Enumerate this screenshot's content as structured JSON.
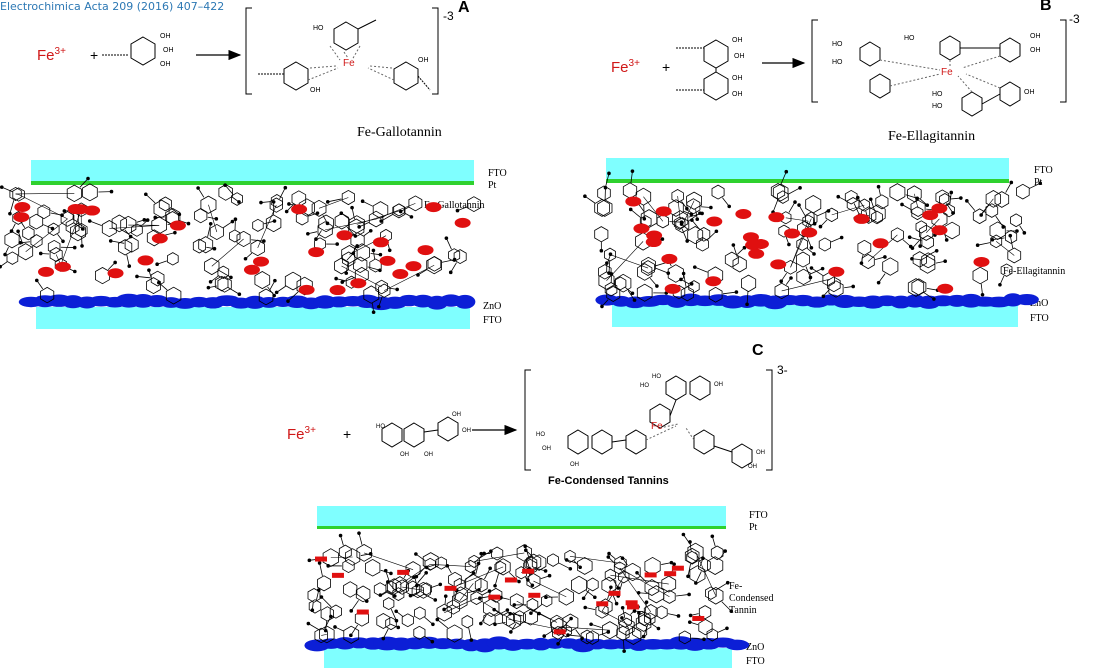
{
  "journal": "Electrochimica Acta 209 (2016) 407–422",
  "panels": {
    "a": {
      "letter": "A",
      "fe": "Fe",
      "fe_charge": "3+",
      "plus": "+",
      "charge": "-3",
      "title": "Fe-Gallotannin",
      "top_electrode": [
        "FTO",
        "Pt"
      ],
      "film": "Fe-Gallotannin",
      "bottom_electrode": [
        "ZnO",
        "FTO"
      ]
    },
    "b": {
      "letter": "B",
      "fe": "Fe",
      "fe_charge": "3+",
      "plus": "+",
      "charge": "-3",
      "title": "Fe-Ellagitannin",
      "top_electrode": [
        "FTO",
        "Pt"
      ],
      "film": "Fe-Ellagitannin",
      "bottom_electrode": [
        "ZnO",
        "FTO"
      ]
    },
    "c": {
      "letter": "C",
      "fe": "Fe",
      "fe_charge": "3+",
      "plus": "+",
      "charge": "3-",
      "title": "Fe-Condensed Tannins",
      "top_electrode": [
        "FTO",
        "Pt"
      ],
      "film": [
        "Fe-",
        "Condensed",
        "Tannin"
      ],
      "bottom_electrode": [
        "ZnO",
        "FTO"
      ]
    }
  },
  "structure_labels": {
    "oh": "OH",
    "ho": "HO",
    "fe": "Fe"
  },
  "colors": {
    "fto": "#7fffff",
    "pt": "#2fd12f",
    "zno": "#0c1fd6",
    "fe_dot": "#e01010",
    "journal": "#2c78b4",
    "fe_text": "#d01818"
  }
}
